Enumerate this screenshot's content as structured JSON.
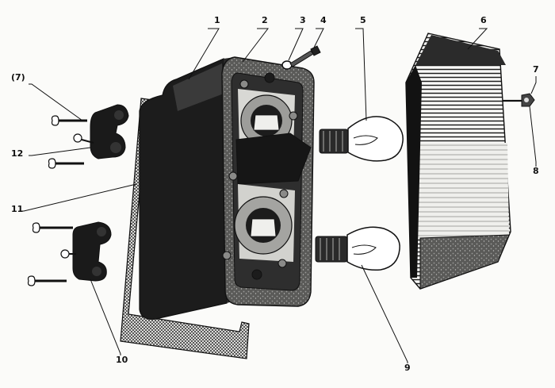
{
  "diagram": {
    "callouts": [
      {
        "id": "c1",
        "label": "1"
      },
      {
        "id": "c2",
        "label": "2"
      },
      {
        "id": "c3",
        "label": "3"
      },
      {
        "id": "c4",
        "label": "4"
      },
      {
        "id": "c5",
        "label": "5"
      },
      {
        "id": "c6",
        "label": "6"
      },
      {
        "id": "c7",
        "label": "7"
      },
      {
        "id": "c7p",
        "label": "(7)"
      },
      {
        "id": "c8",
        "label": "8"
      },
      {
        "id": "c9",
        "label": "9"
      },
      {
        "id": "c10",
        "label": "10"
      },
      {
        "id": "c11",
        "label": "11"
      },
      {
        "id": "c12",
        "label": "12"
      }
    ]
  },
  "colors": {
    "ink": "#111111",
    "housing_dark": "#1c1c1c",
    "housing_mid": "#3a3a3a",
    "lens_dark": "#2b2b2b",
    "lens_light": "#e9e9e6",
    "bulb_glass": "#ffffff"
  }
}
